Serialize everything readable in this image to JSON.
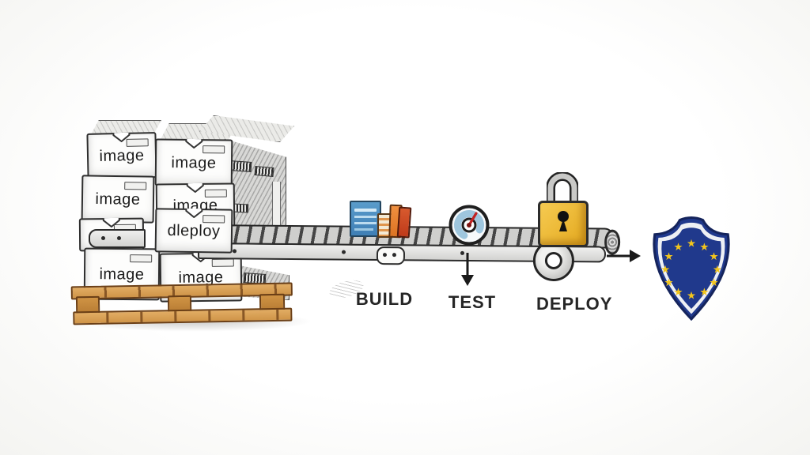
{
  "scene": {
    "description": "Hand-drawn sketch of a CI/CD software supply-chain: a pallet of container image boxes feeding a conveyor belt with BUILD, TEST and DEPLOY stages, ending at an EU shield",
    "background_color": "#fbfbf9"
  },
  "stack": {
    "boxes": [
      {
        "label": "image"
      },
      {
        "label": "image"
      },
      {
        "label": "image"
      },
      {
        "label": "image"
      },
      {
        "label": "dleploy"
      },
      {
        "label": "image"
      },
      {
        "label": "image"
      }
    ]
  },
  "pipeline": {
    "stages": [
      {
        "label": "BUILD",
        "icon": "books-icon"
      },
      {
        "label": "TEST",
        "icon": "target-icon"
      },
      {
        "label": "DEPLOY",
        "icon": "padlock-icon"
      }
    ]
  },
  "shield": {
    "icon": "eu-shield-icon",
    "star_glyph": "★",
    "star_count": 12,
    "field_color": "#20398c",
    "band_color": "#eef0f4",
    "star_color": "#f2c51d"
  },
  "icons": {
    "books": "books-icon",
    "target": "target-icon",
    "padlock": "padlock-icon",
    "shield": "eu-shield-icon",
    "arrow_down": "arrow-down-icon",
    "arrow_right": "arrow-right-icon"
  },
  "colors": {
    "padlock_gold": "#ecb92f",
    "belt_gray": "#c9c9c9",
    "wood_tan": "#d9a158",
    "book_blue": "#3f7fb5",
    "book_orange": "#e6802f",
    "book_red": "#c43b1f",
    "ink": "#2e2e2e"
  }
}
